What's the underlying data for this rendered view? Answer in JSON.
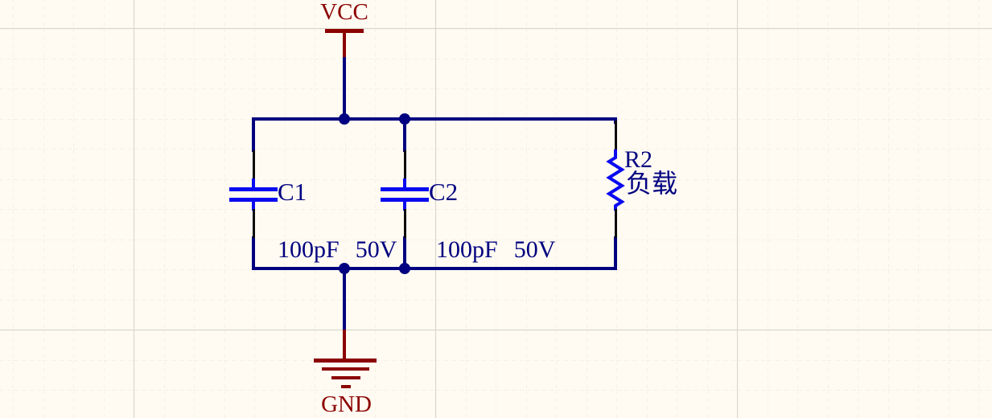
{
  "canvas": {
    "type": "schematic-editor-sheet",
    "background": "#FFFBF2",
    "grid_dash_color": "#E9E7DB",
    "grid_major_color": "#D9D7CD"
  },
  "colors": {
    "wire": "#000080",
    "component": "#0A0AF0",
    "pin": "#0A0A0A",
    "power": "#8B0000",
    "label": "#000080"
  },
  "power": {
    "vcc": {
      "label": "VCC"
    },
    "gnd": {
      "label": "GND"
    }
  },
  "components": {
    "c1": {
      "ref": "C1",
      "value": "100pF",
      "voltage": "50V",
      "type": "capacitor"
    },
    "c2": {
      "ref": "C2",
      "value": "100pF",
      "voltage": "50V",
      "type": "capacitor"
    },
    "r2": {
      "ref": "R2",
      "comment": "负载",
      "type": "resistor"
    }
  }
}
